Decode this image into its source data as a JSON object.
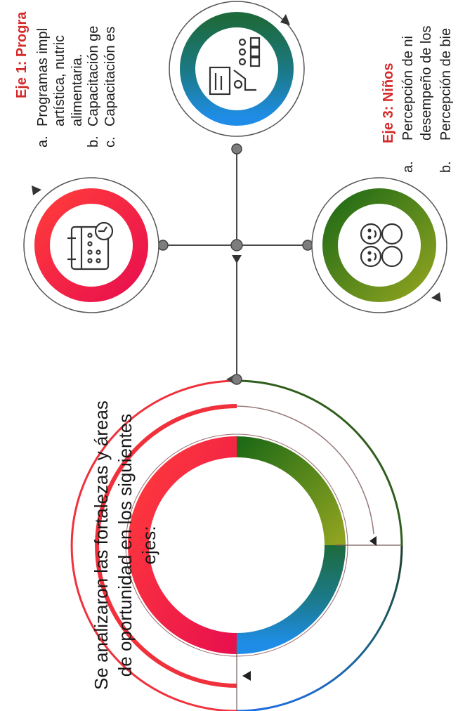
{
  "colors": {
    "red": "#f0313c",
    "green": "#2f7d1c",
    "olive": "#6e8a1c",
    "blue": "#1d6de0",
    "teal": "#1c6e6a",
    "node": "#7d7d7d",
    "title_red": "#d42a2a"
  },
  "center": {
    "text": "Se analizaron las fortalezas y áreas de oportunidad en los siguientes ejes:"
  },
  "eje1": {
    "title": "Eje 1: Progra",
    "items": [
      {
        "marker": "a.",
        "lines": [
          "Programas impl",
          "artística,    nutric",
          "alimentaria."
        ]
      },
      {
        "marker": "b.",
        "lines": [
          "Capacitación ge"
        ]
      },
      {
        "marker": "c.",
        "lines": [
          "Capacitación es"
        ]
      }
    ]
  },
  "eje3": {
    "title": "Eje 3: Niños",
    "items": [
      {
        "marker": "a.",
        "lines": [
          "Percepción  de  ni",
          "desempeño de los"
        ]
      },
      {
        "marker": "b.",
        "lines": [
          "Percepción de bie"
        ]
      }
    ]
  },
  "icons": {
    "eje1": "calendar-clock-icon",
    "eje2": "teacher-classroom-icon",
    "eje3": "children-icon"
  }
}
